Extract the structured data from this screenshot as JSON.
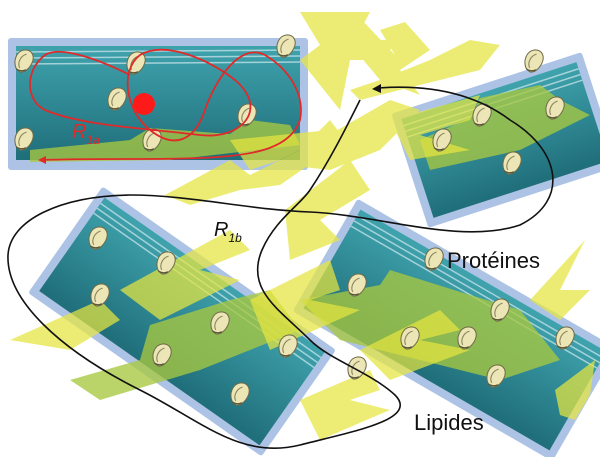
{
  "labels": {
    "r1a_symbol": "R",
    "r1a_subscript": "1a",
    "r1b_symbol": "R",
    "r1b_subscript": "1b",
    "proteins": "Protéines",
    "lipids": "Lipides"
  },
  "colors": {
    "membrane_outer": "#9fb8e0",
    "membrane_inner": "#2f8e9a",
    "membrane_line": "#c8e0e6",
    "protein_fill": "#e9e2b0",
    "protein_edge": "#7a7350",
    "light_flash": "#e6e640",
    "arrow_green": "#a8c840",
    "trajectory_red": "#e02a2a",
    "trajectory_black": "#111111",
    "particle_red": "#ff1a1a"
  },
  "icons": {
    "protein": "protein-blob-icon",
    "particle": "particle-dot-icon",
    "light": "light-flash-icon"
  }
}
